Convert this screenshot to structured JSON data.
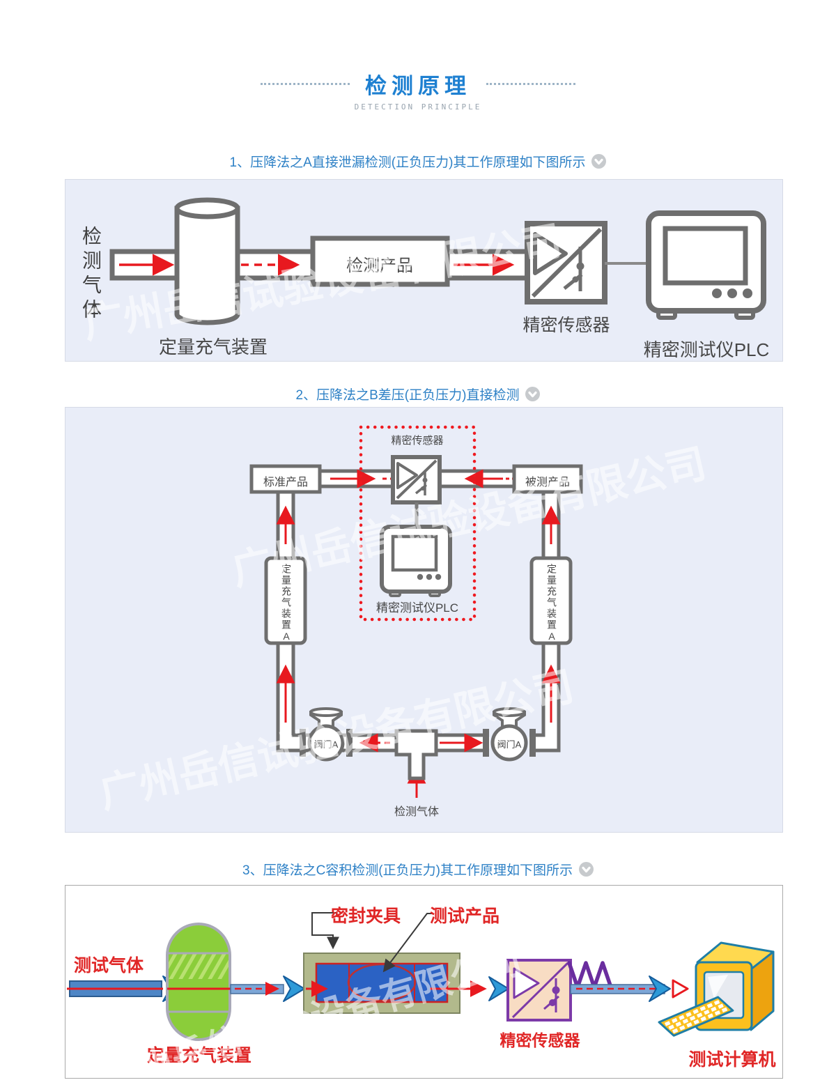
{
  "page": {
    "title": "检测原理",
    "subtitle": "DETECTION PRINCIPLE",
    "watermark": "广州岳信试验设备有限公司",
    "accent_blue": "#1e80d1",
    "panel_bg": "#e9edf8",
    "arrow_red": "#e8191f"
  },
  "sections": {
    "s1": {
      "heading": "1、压降法之A直接泄漏检测(正负压力)其工作原理如下图所示"
    },
    "s2": {
      "heading": "2、压降法之B差压(正负压力)直接检测"
    },
    "s3": {
      "heading": "3、压降法之C容积检测(正负压力)其工作原理如下图所示"
    }
  },
  "diagram1": {
    "gas_vertical": "检测气体",
    "tank": "定量充气装置",
    "product": "检测产品",
    "sensor": "精密传感器",
    "tester": "精密测试仪PLC"
  },
  "diagram2": {
    "sensor": "精密传感器",
    "standard": "标准产品",
    "tested": "被测产品",
    "tester": "精密测试仪PLC",
    "tank_left": "定量充气装置A",
    "tank_right": "定量充气装置A",
    "valve_left": "阀门A",
    "valve_right": "阀门A",
    "gas": "检测气体"
  },
  "diagram3": {
    "gas": "测试气体",
    "tank": "定量充气装置",
    "fixture": "密封夹具",
    "product": "测试产品",
    "sensor": "精密传感器",
    "computer": "测试计算机"
  }
}
